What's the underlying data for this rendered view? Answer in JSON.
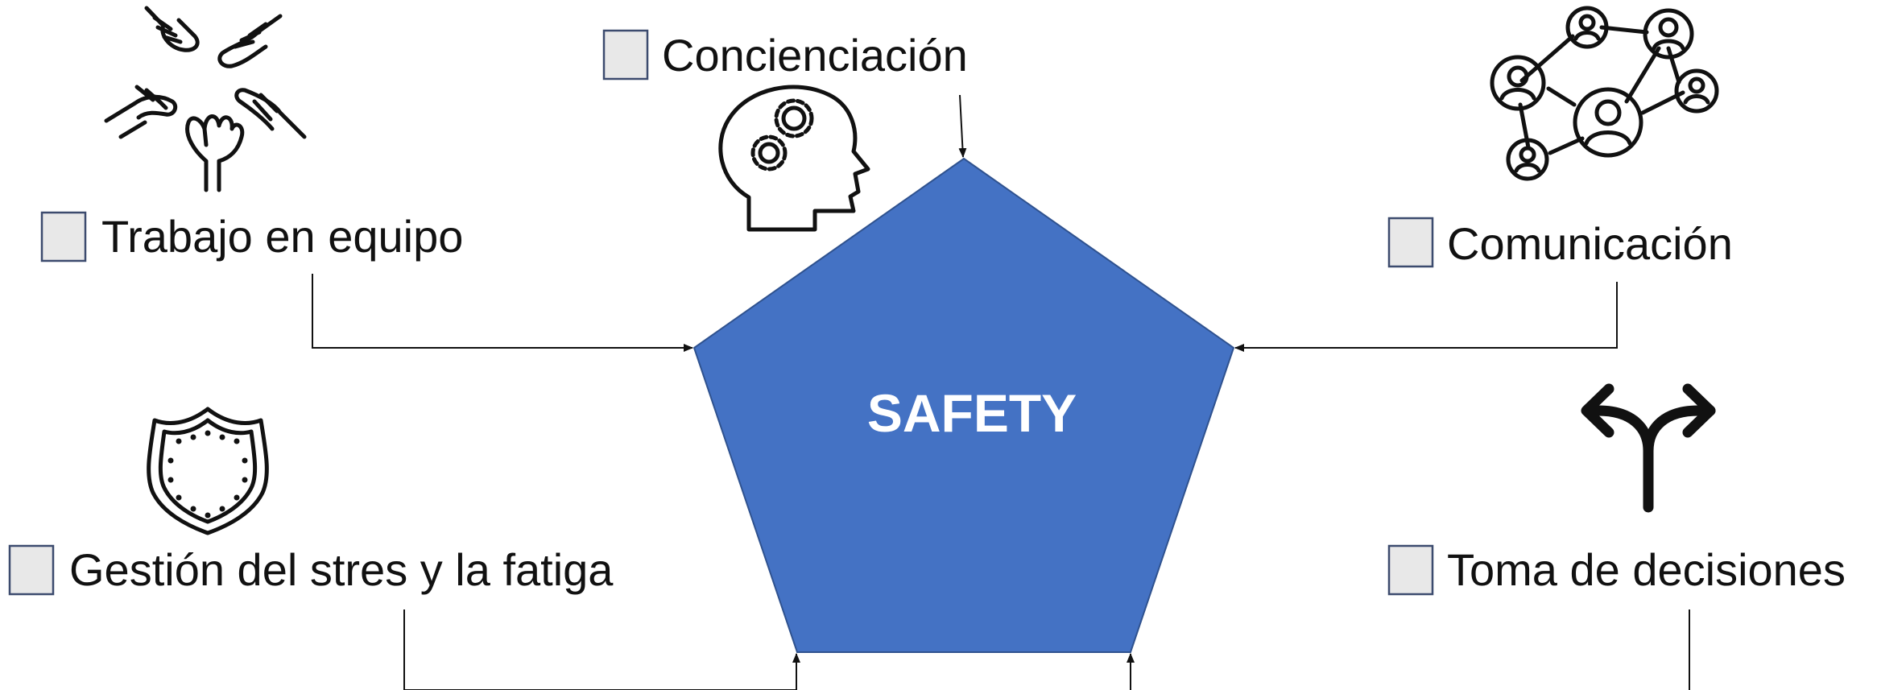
{
  "center": {
    "title": "SAFETY",
    "fill_color": "#4472C4"
  },
  "items": [
    {
      "id": "concienciacion",
      "label": "Concienciación",
      "checked": false,
      "icon": "head-gears-icon"
    },
    {
      "id": "trabajo",
      "label": "Trabajo en equipo",
      "checked": false,
      "icon": "joined-hands-icon"
    },
    {
      "id": "comunicacion",
      "label": "Comunicación",
      "checked": false,
      "icon": "people-network-icon"
    },
    {
      "id": "gestion",
      "label": "Gestión del stres y la fatiga",
      "checked": false,
      "icon": "shield-icon"
    },
    {
      "id": "decisiones",
      "label": "Toma de decisiones",
      "checked": false,
      "icon": "split-arrow-icon"
    }
  ]
}
